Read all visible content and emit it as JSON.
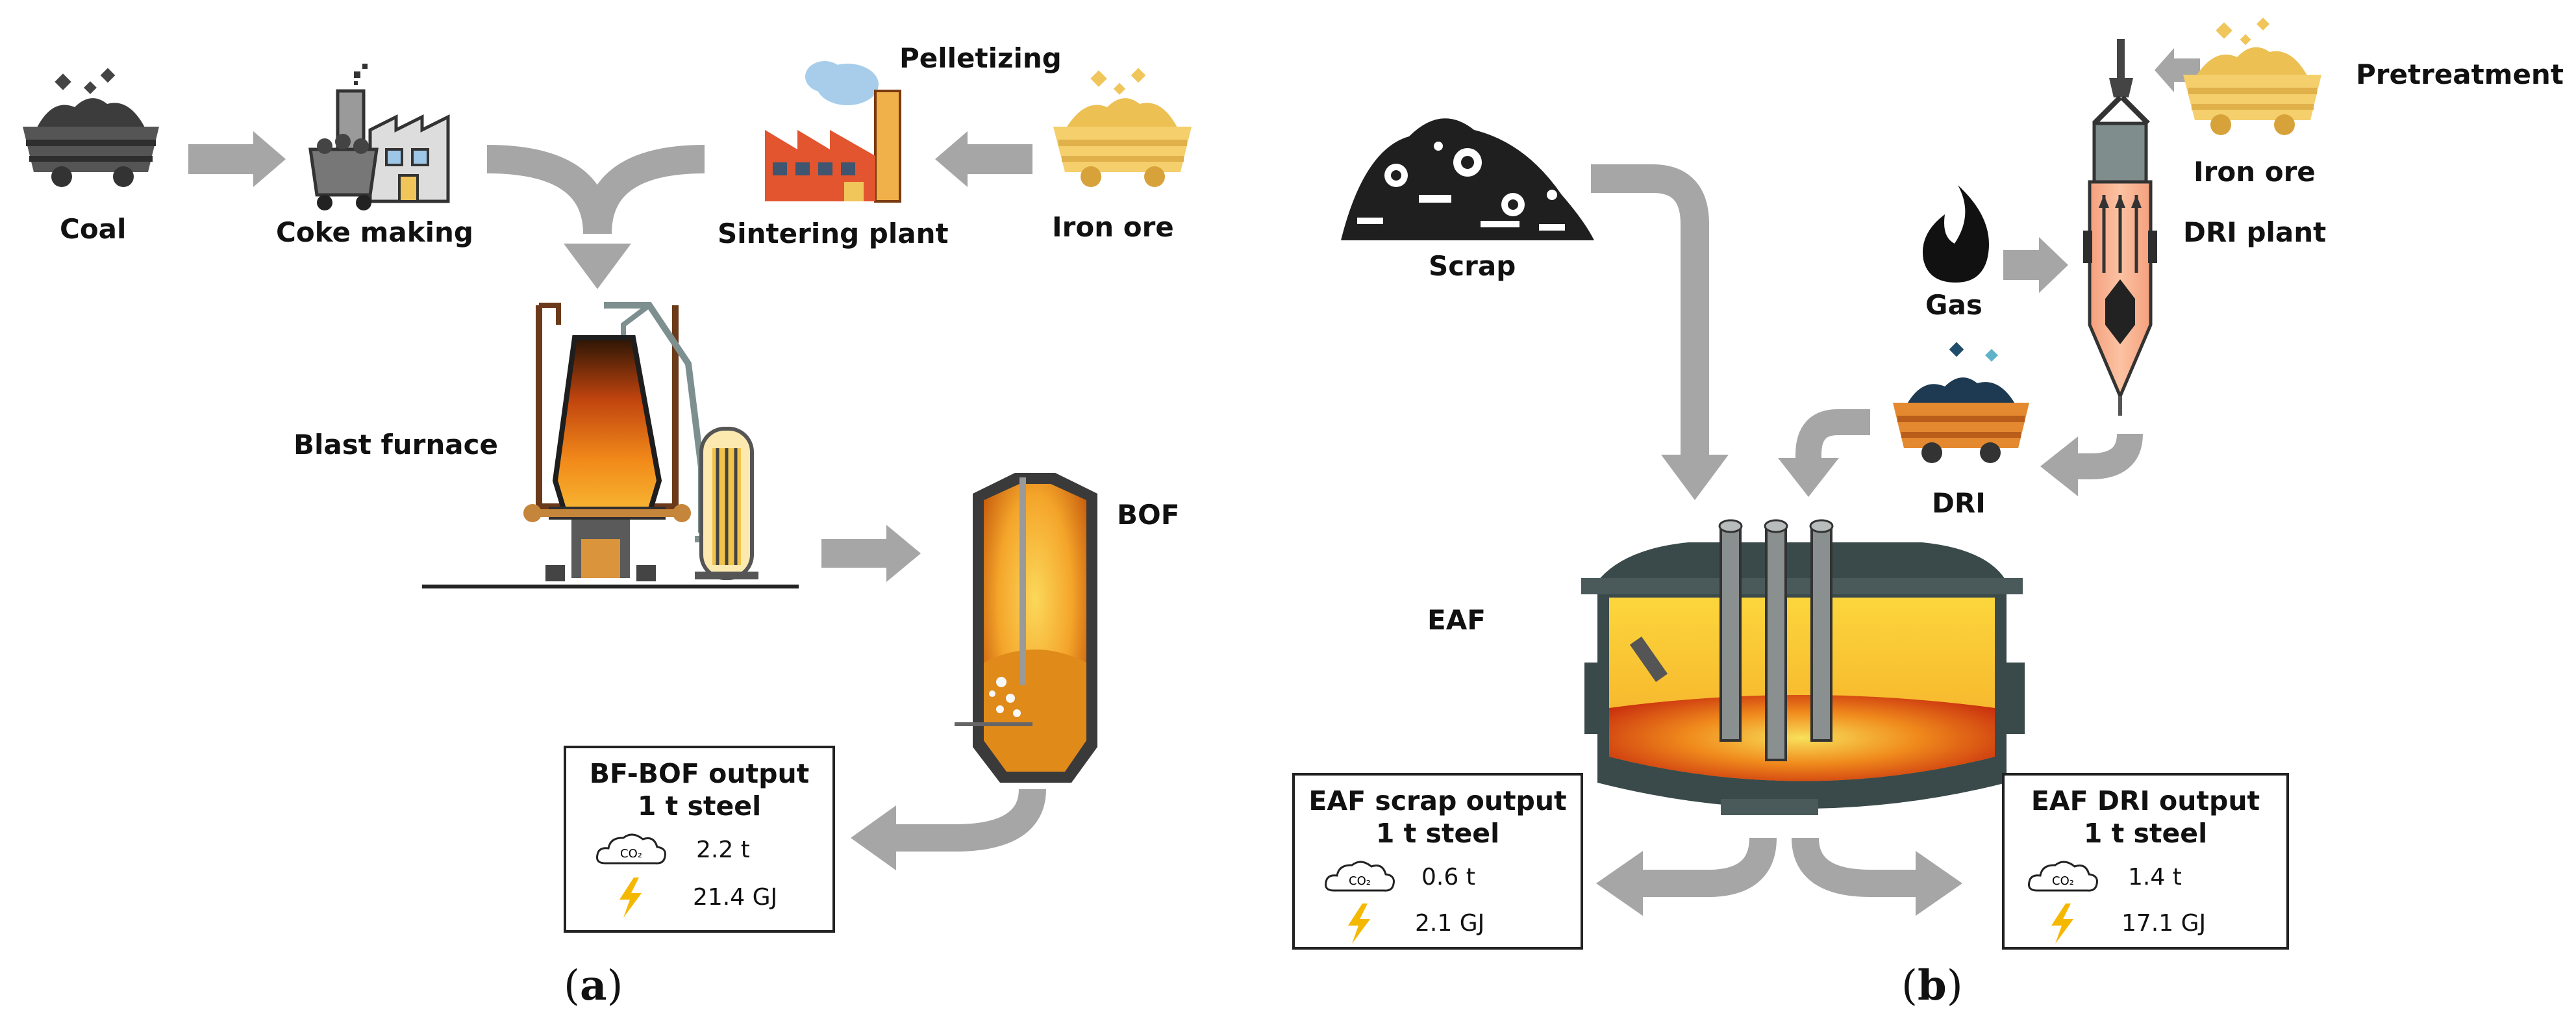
{
  "panel_a": {
    "coal": "Coal",
    "coke_making": "Coke making",
    "pelletizing": "Pelletizing",
    "sintering_plant": "Sintering plant",
    "iron_ore": "Iron ore",
    "blast_furnace": "Blast furnace",
    "bof": "BOF",
    "output": {
      "title_line1": "BF-BOF output",
      "title_line2": "1 t steel",
      "co2_icon_text": "CO₂",
      "co2": "2.2 t",
      "energy": "21.4 GJ"
    },
    "caption_open": "(",
    "caption_letter": "a",
    "caption_close": ")"
  },
  "panel_b": {
    "scrap": "Scrap",
    "pretreatment": "Pretreatment",
    "iron_ore": "Iron ore",
    "gas": "Gas",
    "dri_plant": "DRI plant",
    "dri": "DRI",
    "eaf": "EAF",
    "scrap_output": {
      "title_line1": "EAF scrap output",
      "title_line2": "1 t steel",
      "co2_icon_text": "CO₂",
      "co2": "0.6 t",
      "energy": "2.1 GJ"
    },
    "dri_output": {
      "title_line1": "EAF DRI output",
      "title_line2": "1 t steel",
      "co2_icon_text": "CO₂",
      "co2": "1.4 t",
      "energy": "17.1 GJ"
    },
    "caption_open": "(",
    "caption_letter": "b",
    "caption_close": ")"
  },
  "icons": {
    "coal_cart": "mine-cart-icon",
    "factory": "factory-icon",
    "iron_ore_cart": "mine-cart-icon",
    "furnace": "blast-furnace-icon",
    "converter": "converter-icon",
    "scrap": "scrap-pile-icon",
    "flame": "flame-icon",
    "shaft_furnace": "shaft-furnace-icon",
    "eaf": "electric-arc-furnace-icon",
    "co2": "cloud-icon",
    "energy": "lightning-icon"
  },
  "colors": {
    "arrow": "#a6a6a6",
    "ore": "#f0c55a",
    "coal": "#4a4a4a",
    "molten": "#f3a41c",
    "lightning": "#f5b800"
  }
}
